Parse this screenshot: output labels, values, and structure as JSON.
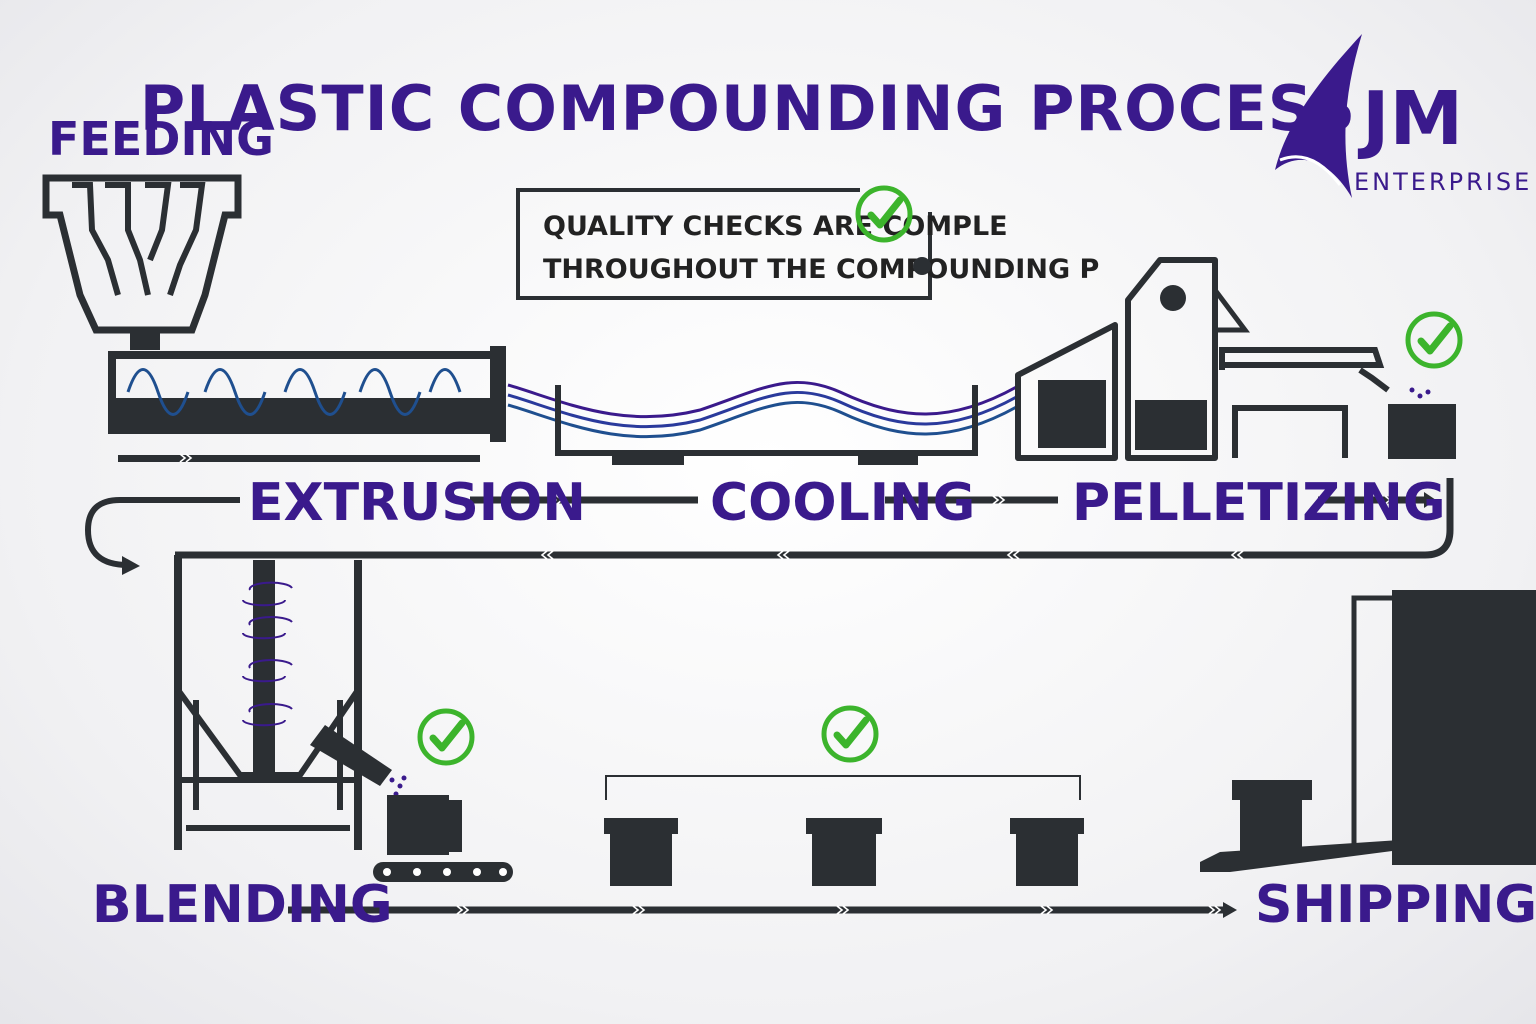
{
  "title": "PLASTIC COMPOUNDING PROCESS",
  "logo": {
    "main": "JM",
    "sub": "ENTERPRISE"
  },
  "quality_note": {
    "line1": "QUALITY CHECKS ARE COMPLE",
    "line2": "THROUGHOUT THE COMPOUNDING P"
  },
  "stages": {
    "feeding": "FEEDING",
    "extrusion": "EXTRUSION",
    "cooling": "COOLING",
    "pelletizing": "PELLETIZING",
    "blending": "BLENDING",
    "shipping": "SHIPPING"
  },
  "colors": {
    "brand": "#3a1a8c",
    "machine": "#2b2f33",
    "check": "#3cb42c",
    "screw": "#1f4f8f"
  },
  "icons": {
    "check": "check-circle-icon",
    "arrow": "chevron-right-icon"
  }
}
